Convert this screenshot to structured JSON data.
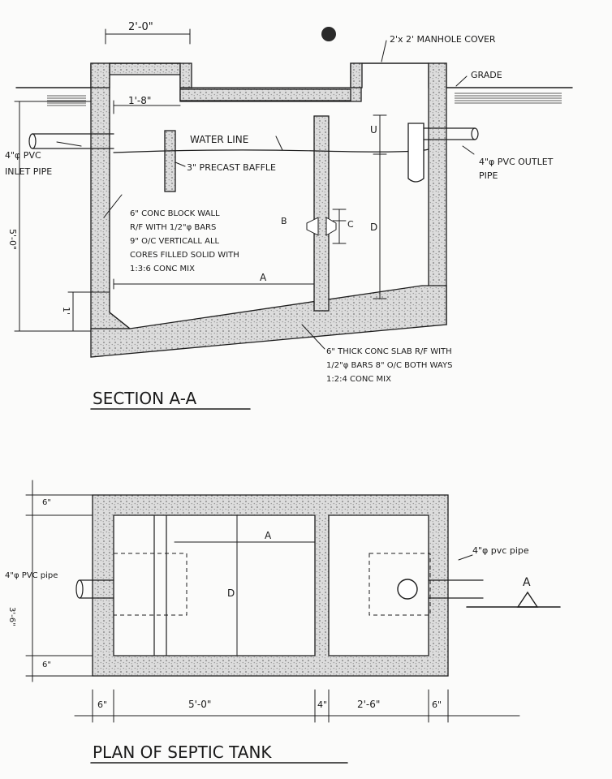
{
  "section": {
    "title": "SECTION  A-A",
    "dims": {
      "top_width": "2'-0\"",
      "manhole": "2'x 2' MANHOLE COVER",
      "grade": "GRADE",
      "offset": "1'-8\"",
      "water_line": "WATER LINE",
      "baffle": "3\" PRECAST BAFFLE",
      "inlet_1": "4\"φ PVC",
      "inlet_2": "INLET  PIPE",
      "outlet_1": "4\"φ PVC  OUTLET",
      "outlet_2": "PIPE",
      "wall_1": "6\" CONC BLOCK WALL",
      "wall_2": "R/F WITH 1/2\"φ BARS",
      "wall_3": "9\" O/C VERTICALL ALL",
      "wall_4": "CORES FILLED SOLID WITH",
      "wall_5": "1:3:6  CONC MIX",
      "dim_a": "A",
      "dim_d": "D",
      "dim_u": "U",
      "dim_h1": "5'-0\"",
      "dim_h2": "1'",
      "dim_b": "B",
      "dim_c": "C",
      "slab_1": "6\" THICK CONC SLAB R/F WITH",
      "slab_2": "1/2\"φ BARS  8\" O/C  BOTH WAYS",
      "slab_3": "1:2:4 CONC MIX"
    }
  },
  "plan": {
    "title": "PLAN  OF  SEPTIC  TANK",
    "pipe_left": "4\"φ PVC pipe",
    "pipe_right": "4\"φ pvc pipe",
    "section_mark": "A",
    "dim_a": "A",
    "dim_d": "D",
    "left_dims": [
      "6\"",
      "3'-6\"",
      "6\""
    ],
    "bottom_dims": [
      "6\"",
      "5'-0\"",
      "4\"",
      "2'-6\"",
      "6\""
    ]
  },
  "colors": {
    "ink": "#1d1d1d",
    "concrete": "#d9d9d9",
    "paper": "#fbfbfa"
  }
}
